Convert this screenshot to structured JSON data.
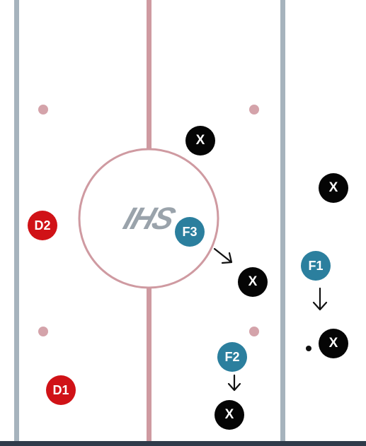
{
  "colors": {
    "blue_line": "#a6b3bd",
    "center_line": "#cf9aa1",
    "dots": "#d4a3aa",
    "opponent": "#050505",
    "defense": "#d01217",
    "forward": "#2b7f9e",
    "logo": "#9aa3ab"
  },
  "logo": {
    "text": "IHS"
  },
  "players": {
    "d1": "D1",
    "d2": "D2",
    "f1": "F1",
    "f2": "F2",
    "f3": "F3"
  },
  "opponents": {
    "x1": "X",
    "x2": "X",
    "x3": "X",
    "x4": "X",
    "x5": "X"
  },
  "icons": {
    "arrows": "arrow-icon",
    "puck": "puck-icon"
  }
}
